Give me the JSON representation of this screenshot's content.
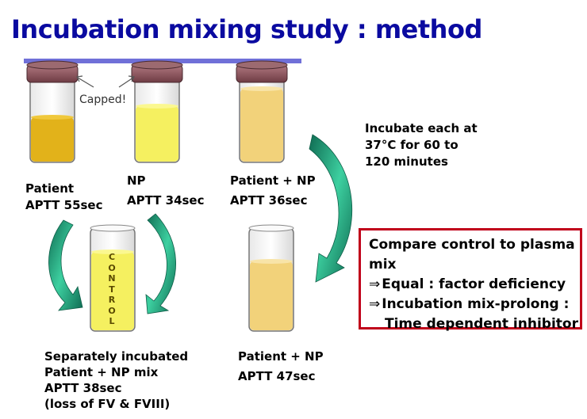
{
  "title": "Incubation mixing study : method",
  "capped_label": "Capped!",
  "incubate_note": [
    "Incubate each at",
    "37°C for 60 to",
    "120 minutes"
  ],
  "tubes": {
    "patient": {
      "name": "Patient",
      "aptt": "APTT 55sec",
      "color": "#e2b21a"
    },
    "np": {
      "name": "NP",
      "aptt": "APTT 34sec",
      "color": "#f5f060"
    },
    "patient_np": {
      "name": "Patient + NP",
      "aptt": "APTT 36sec",
      "color": "#f2d27a"
    },
    "control": {
      "letters": [
        "C",
        "O",
        "N",
        "T",
        "R",
        "O",
        "L"
      ],
      "color": "#f5f060"
    },
    "patient_np_incubated": {
      "name": "Patient + NP",
      "aptt": "APTT 47sec",
      "color": "#f2d27a"
    }
  },
  "separately": [
    "Separately incubated",
    "Patient + NP mix",
    "APTT 38sec",
    "(loss of FV & FVIII)"
  ],
  "compare_box": {
    "line1": "Compare control to plasma",
    "line2": "mix",
    "arrow": "⇒",
    "line3": "Equal : factor deficiency",
    "line4": "Incubation mix-prolong :",
    "line5": "Time dependent inhibitor"
  },
  "colors": {
    "title": "#0a0aa0",
    "rule": "#7070d8",
    "cap": "#8b5058",
    "box_border": "#c0001a",
    "arrow_green": "#1aa07a"
  }
}
